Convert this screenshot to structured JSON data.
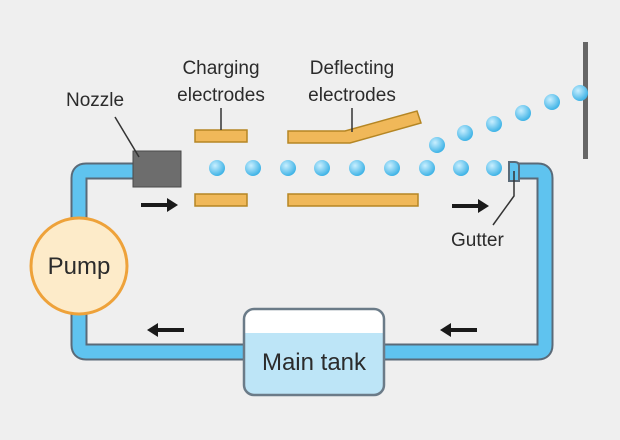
{
  "diagram": {
    "labels": {
      "nozzle": "Nozzle",
      "charging_line1": "Charging",
      "charging_line2": "electrodes",
      "deflecting_line1": "Deflecting",
      "deflecting_line2": "electrodes",
      "gutter": "Gutter",
      "pump": "Pump",
      "main_tank": "Main tank"
    },
    "colors": {
      "background": "#efefef",
      "pipe_fill": "#5fc3ef",
      "pipe_stroke": "#5a6a78",
      "electrode_fill": "#f0b859",
      "electrode_stroke": "#b58624",
      "pump_fill": "#fdebc9",
      "pump_stroke": "#eea23a",
      "nozzle_fill": "#6d6d6d",
      "droplet": "#5ec4ee",
      "tank_liquid": "#bde5f7",
      "arrow": "#1a1a1a",
      "leader_line": "#333333"
    },
    "icons": {
      "flow_arrow": "right-arrow-icon",
      "return_arrow": "left-arrow-icon"
    }
  }
}
